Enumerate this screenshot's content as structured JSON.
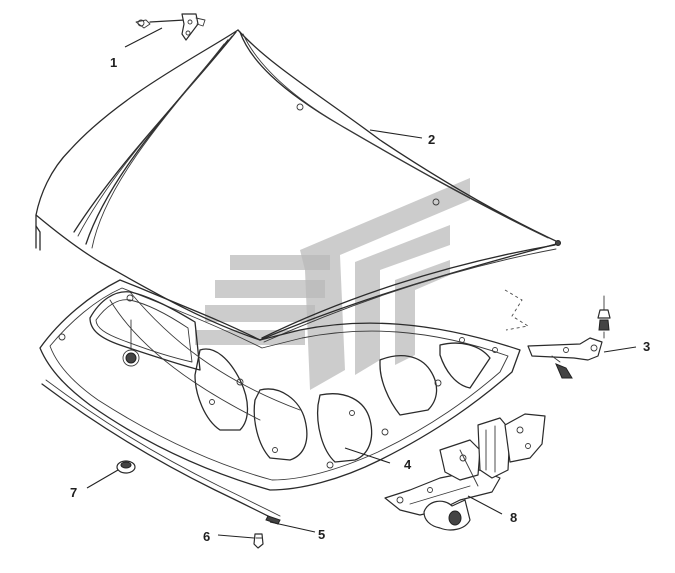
{
  "callouts": {
    "c1": "1",
    "c2": "2",
    "c3": "3",
    "c4": "4",
    "c5": "5",
    "c6": "6",
    "c7": "7",
    "c8": "8"
  },
  "colors": {
    "line": "#2b2b2b",
    "watermark": "#b9b9b9"
  }
}
